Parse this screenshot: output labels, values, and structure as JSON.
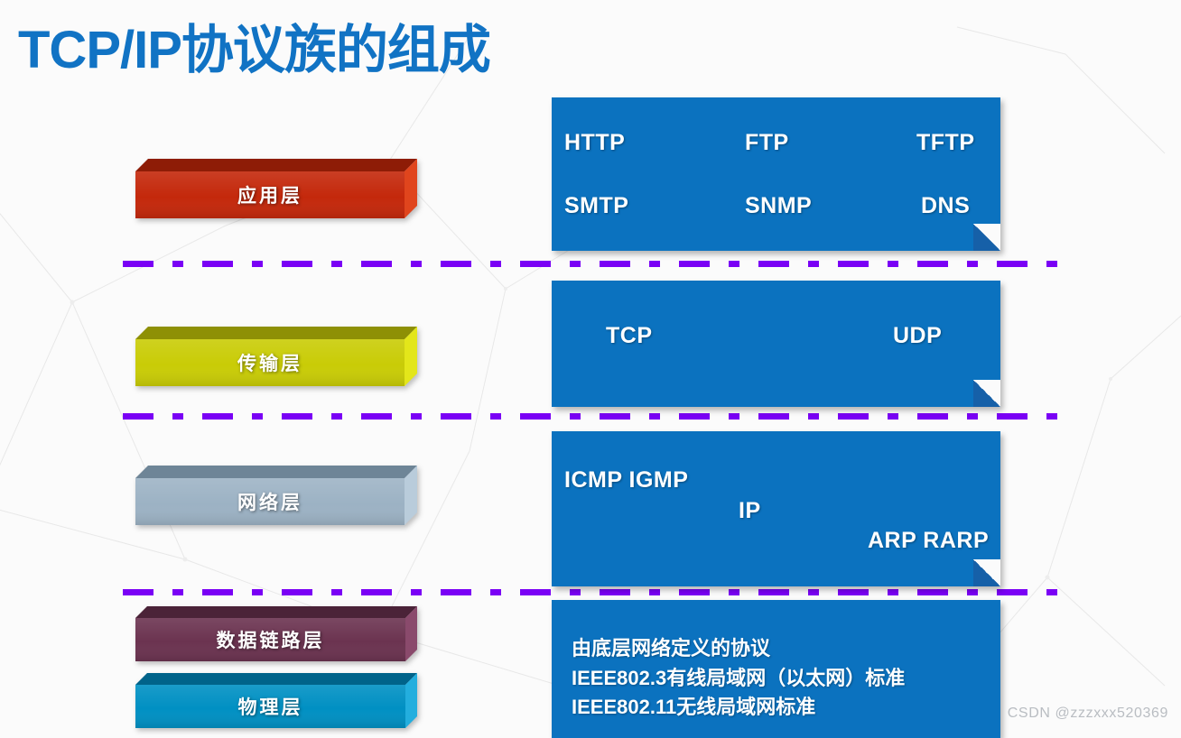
{
  "slide": {
    "title": "TCP/IP协议族的组成",
    "title_color": "#1173c4",
    "background_color": "#fbfbfb",
    "divider_color": "#7a00f5",
    "panel_color": "#0b72bf",
    "watermark": "CSDN @zzzxxx520369"
  },
  "layers": [
    {
      "name": "application",
      "label": "应用层",
      "color": "#c4280b",
      "color_top": "#8e1c06",
      "color_side": "#e0451d"
    },
    {
      "name": "transport",
      "label": "传输层",
      "color": "#c9cc06",
      "color_top": "#8e9005",
      "color_side": "#e3e61a"
    },
    {
      "name": "network",
      "label": "网络层",
      "color": "#9cb2c4",
      "color_top": "#6e8597",
      "color_side": "#b9ccdb"
    },
    {
      "name": "datalink",
      "label": "数据链路层",
      "color": "#6b3350",
      "color_top": "#4b2338",
      "color_side": "#8a4a6c"
    },
    {
      "name": "physical",
      "label": "物理层",
      "color": "#0090c3",
      "color_top": "#00638a",
      "color_side": "#23aede"
    }
  ],
  "panels": {
    "application": {
      "name": "application-protocols",
      "rows": [
        {
          "cells": [
            "HTTP",
            "FTP",
            "TFTP"
          ]
        },
        {
          "cells": [
            "SMTP",
            "SNMP",
            "DNS"
          ]
        }
      ]
    },
    "transport": {
      "name": "transport-protocols",
      "rows": [
        {
          "cells": [
            "TCP",
            "UDP"
          ]
        }
      ]
    },
    "network": {
      "name": "network-protocols",
      "rows": [
        {
          "cells": [
            "ICMP  IGMP"
          ]
        },
        {
          "cells": [
            "IP"
          ]
        },
        {
          "cells": [
            "ARP  RARP"
          ]
        }
      ]
    },
    "link": {
      "name": "link-standards",
      "lines": [
        "由底层网络定义的协议",
        "IEEE802.3有线局域网（以太网）标准",
        "IEEE802.11无线局域网标准"
      ]
    }
  }
}
